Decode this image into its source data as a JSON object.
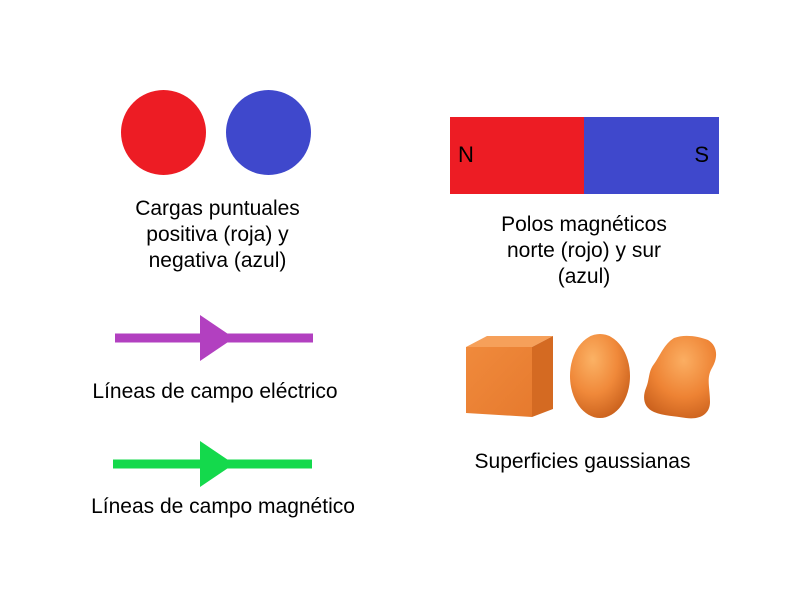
{
  "charges": {
    "caption_lines": [
      "Cargas puntuales",
      "positiva (roja) y",
      "negativa (azul)"
    ],
    "positive_color": "#ED1C24",
    "negative_color": "#3F48CC"
  },
  "magnet": {
    "north_label": "N",
    "south_label": "S",
    "north_color": "#ED1C24",
    "south_color": "#3F48CC",
    "caption_lines": [
      "Polos magnéticos",
      "norte (rojo) y sur",
      "(azul)"
    ]
  },
  "electric_field": {
    "caption": "Líneas de campo eléctrico",
    "color": "#B240C0"
  },
  "magnetic_field": {
    "caption": "Líneas de campo magnético",
    "color": "#14D94C"
  },
  "gaussian": {
    "caption": "Superficies gaussianas",
    "color": "#EE8030",
    "shapes": [
      "cube",
      "ellipsoid",
      "irregular-blob"
    ]
  }
}
